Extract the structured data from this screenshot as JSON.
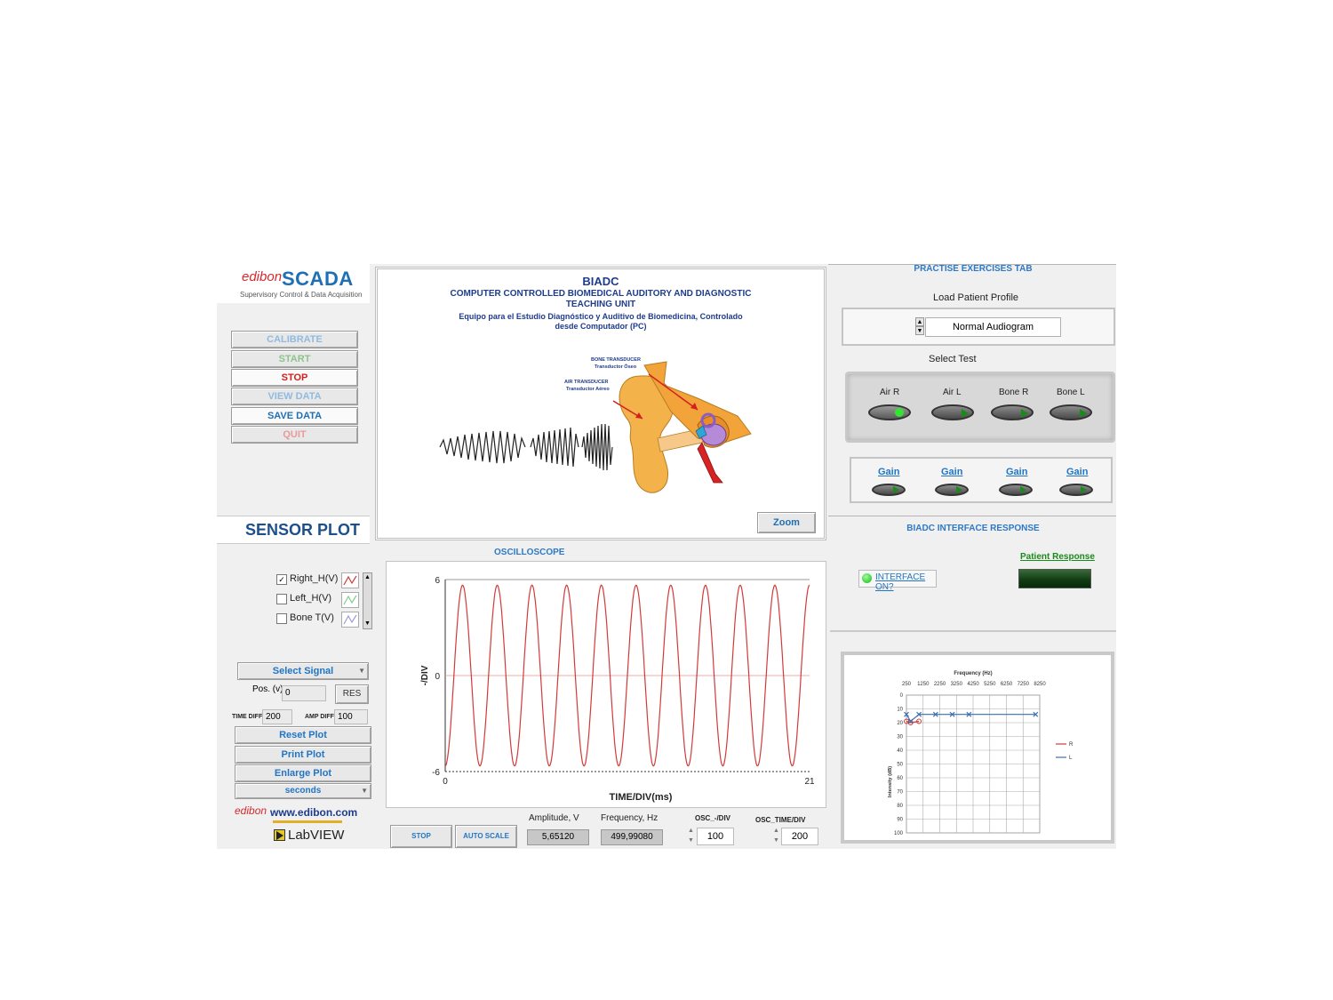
{
  "logo": {
    "edibon": "edibon",
    "scada": "SCADA",
    "subtitle": "Supervisory Control & Data Acquisition"
  },
  "sidebar": {
    "buttons": [
      {
        "label": "CALIBRATE",
        "color": "#8fbbe0"
      },
      {
        "label": "START",
        "color": "#8bc48b"
      },
      {
        "label": "STOP",
        "color": "#d21f1f"
      },
      {
        "label": "VIEW DATA",
        "color": "#8fbbe0"
      },
      {
        "label": "SAVE DATA",
        "color": "#1e6fb3"
      },
      {
        "label": "QUIT",
        "color": "#e89a9a"
      }
    ],
    "sensor_plot": "SENSOR PLOT"
  },
  "main_panel": {
    "title": "BIADC",
    "subtitle_en": "COMPUTER CONTROLLED BIOMEDICAL AUDITORY AND DIAGNOSTIC TEACHING UNIT",
    "subtitle_es": "Equipo para el Estudio Diagnóstico y Auditivo de Biomedicina, Controlado desde Computador (PC)",
    "bone_transducer": "BONE TRANSDUCER",
    "bone_transducer_es": "Transductor Óseo",
    "air_transducer": "AIR TRANSDUCER",
    "air_transducer_es": "Transductor Aéreo",
    "zoom_label": "Zoom"
  },
  "practise": {
    "tab_title": "PRACTISE EXERCISES TAB",
    "load_profile_label": "Load Patient Profile",
    "profile_value": "Normal Audiogram",
    "select_test_label": "Select Test",
    "tests": [
      {
        "label": "Air R",
        "active": true
      },
      {
        "label": "Air L",
        "active": false
      },
      {
        "label": "Bone R",
        "active": false
      },
      {
        "label": "Bone L",
        "active": false
      }
    ],
    "gains": [
      "Gain",
      "Gain",
      "Gain",
      "Gain"
    ]
  },
  "interface": {
    "title": "BIADC INTERFACE RESPONSE",
    "interface_on": "INTERFACE ON?",
    "patient_response": "Patient Response"
  },
  "sensor": {
    "signals": [
      {
        "label": "Right_H(V)",
        "checked": true,
        "color": "#d23a3a"
      },
      {
        "label": "Left_H(V)",
        "checked": false,
        "color": "#7ccf8a"
      },
      {
        "label": "Bone T(V)",
        "checked": false,
        "color": "#9c9ce0"
      }
    ],
    "select_signal": "Select Signal",
    "pos_label": "Pos. (v)",
    "pos_value": "0",
    "res_label": "RES",
    "time_diff_label": "TIME DIFF",
    "time_diff_value": "200",
    "amp_diff_label": "AMP DIFF",
    "amp_diff_value": "100",
    "reset_plot": "Reset Plot",
    "print_plot": "Print Plot",
    "enlarge_plot": "Enlarge Plot",
    "units": "seconds",
    "website": "www.edibon.com",
    "labview": "LabVIEW"
  },
  "oscilloscope": {
    "title": "OSCILLOSCOPE",
    "stop_label": "STOP",
    "autoscale_label": "AUTO SCALE",
    "amplitude_label": "Amplitude, V",
    "amplitude_value": "5,65120",
    "frequency_label": "Frequency, Hz",
    "frequency_value": "499,99080",
    "osc_div_label": "OSC_-/DIV",
    "osc_div_value": "100",
    "osc_time_label": "OSC_TIME/DIV",
    "osc_time_value": "200"
  },
  "chart_data": [
    {
      "type": "line",
      "title": "",
      "xlabel": "TIME/DIV(ms)",
      "ylabel": "-/DIV",
      "xlim": [
        0,
        21
      ],
      "ylim": [
        -6,
        6
      ],
      "x_ticks": [
        "0",
        "21"
      ],
      "y_ticks": [
        "6",
        "0",
        "-6"
      ],
      "series": [
        {
          "name": "Right_H(V)",
          "waveform": "sine",
          "amplitude": 5.65,
          "cycles": 10.5,
          "color": "#d23a3a"
        }
      ],
      "grid": false
    },
    {
      "type": "line",
      "title": "Frequency (Hz)",
      "xlabel": "",
      "ylabel": "Intensity (dB)",
      "x_ticks": [
        "250",
        "1250",
        "2250",
        "3250",
        "4250",
        "5250",
        "6250",
        "7250",
        "8250"
      ],
      "y_ticks": [
        "0",
        "10",
        "20",
        "30",
        "40",
        "50",
        "60",
        "70",
        "80",
        "90",
        "100"
      ],
      "ylim": [
        100,
        0
      ],
      "grid": true,
      "legend_position": "right",
      "series": [
        {
          "name": "R",
          "color": "#d23a3a",
          "x": [
            250,
            500,
            1000
          ],
          "y": [
            19,
            20,
            19
          ]
        },
        {
          "name": "L",
          "color": "#3d6fb0",
          "x": [
            250,
            500,
            1000,
            2000,
            3000,
            4000,
            8000
          ],
          "y": [
            14,
            19,
            14,
            14,
            14,
            14,
            14
          ]
        }
      ]
    }
  ]
}
